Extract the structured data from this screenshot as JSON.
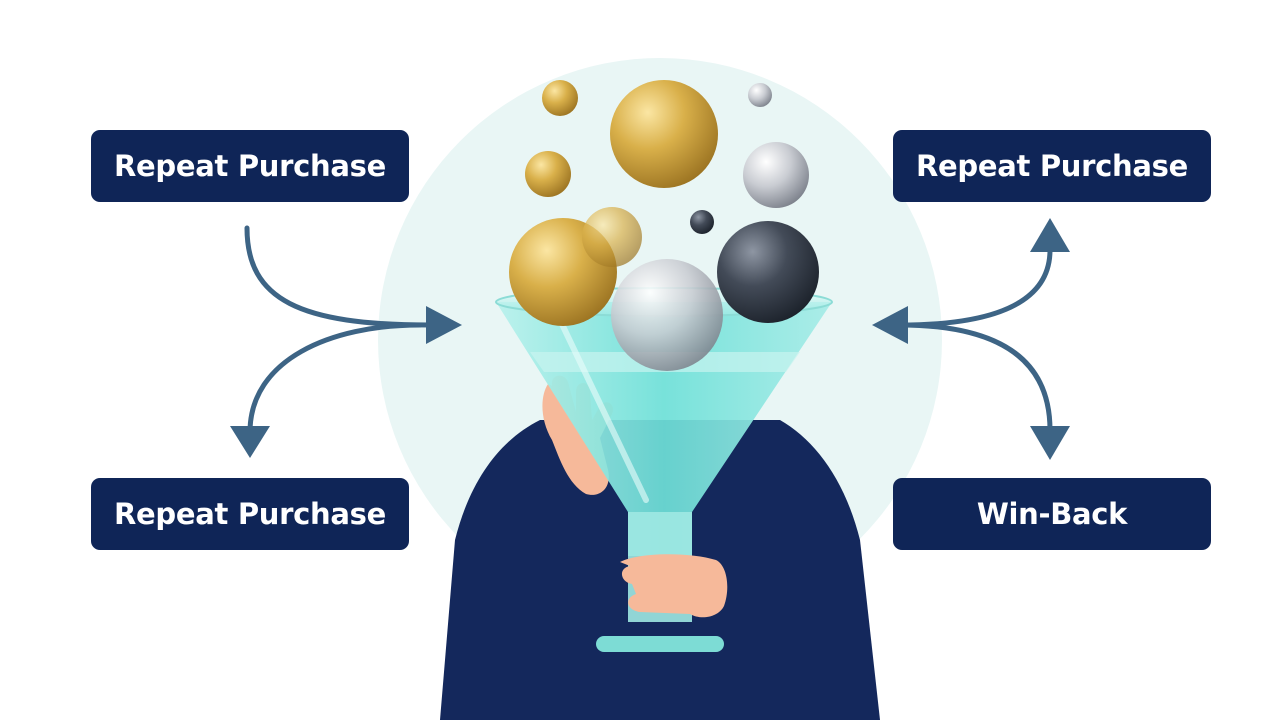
{
  "labels": {
    "top_left": "Repeat Purchase",
    "bottom_left": "Repeat Purchase",
    "top_right": "Repeat Purchase",
    "bottom_right": "Win-Back"
  },
  "colors": {
    "label_bg": "#0f2557",
    "label_text": "#ffffff",
    "arrow": "#3d6485",
    "halo": "#e9f6f5",
    "person": "#14285c",
    "skin": "#f6b99a",
    "funnel": "#8fe3df",
    "gold": "#d6ae45",
    "silver": "#c9ccd2",
    "charcoal": "#3b4350"
  },
  "icons": {
    "arrows": "curved-split-arrow-icon",
    "funnel": "funnel-icon",
    "spheres": "sphere-icon",
    "person": "person-icon"
  }
}
